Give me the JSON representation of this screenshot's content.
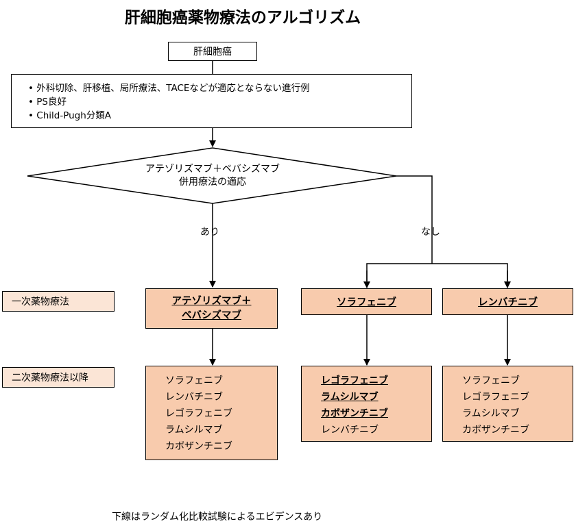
{
  "title": "肝細胞癌薬物療法のアルゴリズム",
  "start": "肝細胞癌",
  "criteria": [
    "外科切除、肝移植、局所療法、TACEなどが適応とならない進行例",
    "PS良好",
    "Child-Pugh分類A"
  ],
  "decision": {
    "line1": "アテゾリズマブ＋ベバシズマブ",
    "line2": "併用療法の適応"
  },
  "branch_yes": "あり",
  "branch_no": "なし",
  "row_labels": {
    "first_line": "一次薬物療法",
    "second_line": "二次薬物療法以降"
  },
  "first_line": {
    "left": {
      "line1": "アテゾリズマブ＋",
      "line2": "ベバシズマブ"
    },
    "middle": "ソラフェニブ",
    "right": "レンバチニブ"
  },
  "second_line": {
    "left": [
      "ソラフェニブ",
      "レンバチニブ",
      "レゴラフェニブ",
      "ラムシルマブ",
      "カボザンチニブ"
    ],
    "middle_bold": [
      "レゴラフェニブ",
      "ラムシルマブ",
      "カボザンチニブ"
    ],
    "middle_plain": [
      "レンバチニブ"
    ],
    "right": [
      "ソラフェニブ",
      "レゴラフェニブ",
      "ラムシルマブ",
      "カボザンチニブ"
    ]
  },
  "footnote": "下線はランダム化比較試験によるエビデンスあり"
}
